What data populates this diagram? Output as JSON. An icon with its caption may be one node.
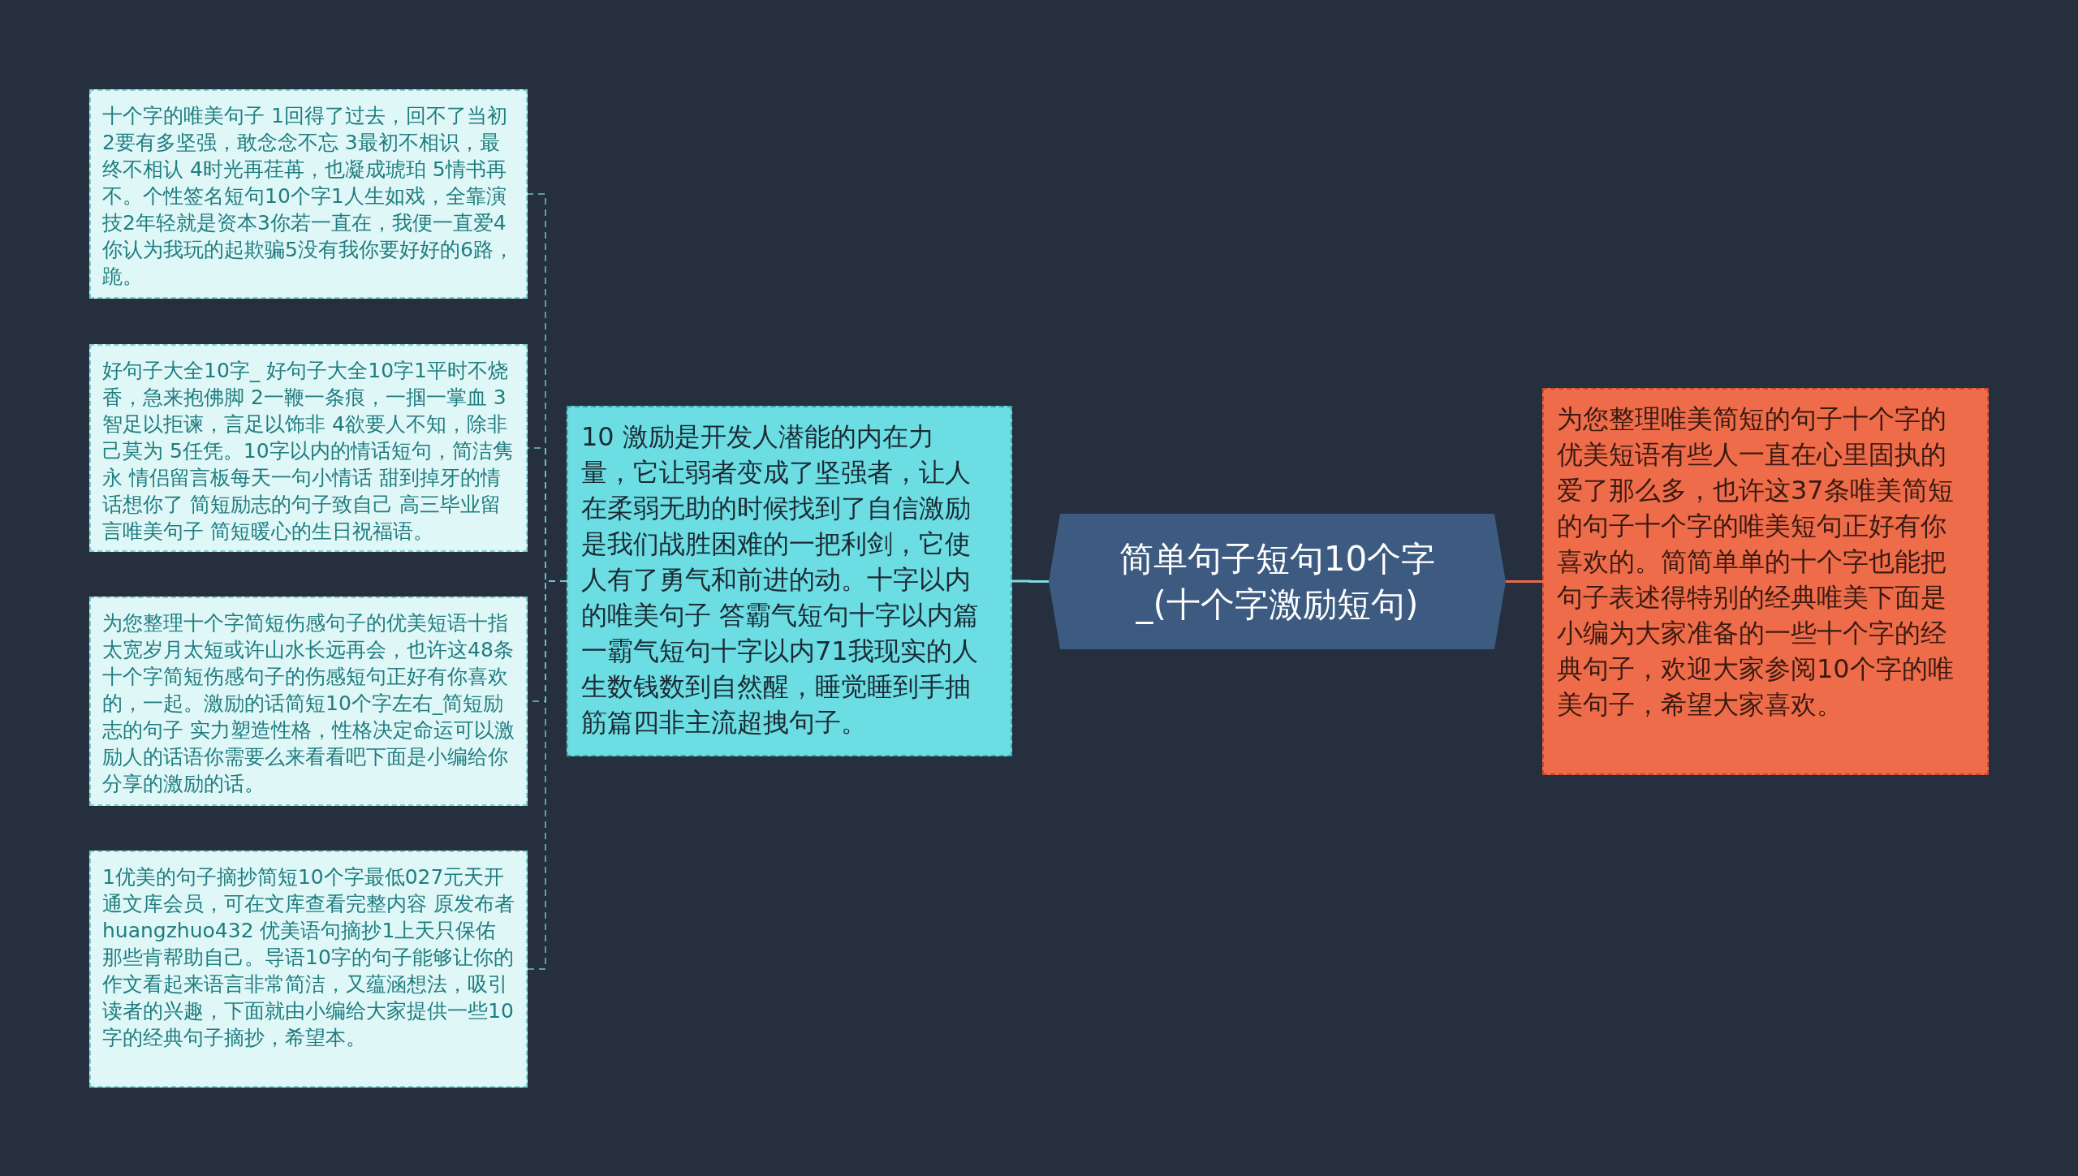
{
  "diagram": {
    "nodes": [
      {
        "text": [
          "简单句子短句10个字_(十个字激励短句)"
        ]
      },
      {
        "text": [
          "10 激励是开发人潜能的内在力量，它让弱者变成了坚强者，让人在柔弱无助的时候找到了自信激励是我们战胜困难的一把利剑，它使人有了勇气和前进的动。十字以内的唯美句子 答霸气短句十字以内篇一霸气短句十字以内71我现实的人生数钱数到自然醒，睡觉睡到手抽筋篇四非主流超拽句子。"
        ]
      },
      {
        "text": [
          "十个字的唯美句子 1回得了过去，回不了当初 2要有多坚强，敢念念不忘 3最初不相识，最终不相认 4时光再荏苒，也凝成琥珀 5情书再不。个性签名短句10个字1人生如戏，全靠演技2年轻就是资本3你若一直在，我便一直爱4你认为我玩的起欺骗5没有我你要好好的6路，跪。"
        ]
      },
      {
        "text": [
          "好句子大全10字_ 好句子大全10字1平时不烧香，急来抱佛脚 2一鞭一条痕，一掴一掌血 3智足以拒谏，言足以饰非 4欲要人不知，除非己莫为 5任凭。10字以内的情话短句，简洁隽永 情侣留言板每天一句小情话 甜到掉牙的情话想你了 简短励志的句子致自己 高三毕业留言唯美句子 简短暖心的生日祝福语。"
        ]
      },
      {
        "text": [
          "为您整理十个字简短伤感句子的优美短语十指太宽岁月太短或许山水长远再会，也许这48条十个字简短伤感句子的伤感短句正好有你喜欢的，一起。激励的话简短10个字左右_简短励志的句子 实力塑造性格，性格决定命运可以激励人的话语你需要么来看看吧下面是小编给你分享的激励的话。"
        ]
      },
      {
        "text": [
          "1优美的句子摘抄简短10个字最低027元天开通文库会员，可在文库查看完整内容 原发布者huangzhuo432 优美语句摘抄1上天只保佑那些肯帮助自己。导语10字的句子能够让你的作文看起来语言非常简洁，又蕴涵想法，吸引读者的兴趣，下面就由小编给大家提供一些10字的经典句子摘抄，希望本。"
        ]
      },
      {
        "text": [
          "为您整理唯美简短的句子十个字的优美短语有些人一直在心里固执的爱了那么多，也许这37条唯美简短的句子十个字的唯美短句正好有你喜欢的。简简单单的十个字也能把句子表述得特别的经典唯美下面是小编为大家准备的一些十个字的经典句子，欢迎大家参阅10个字的唯美句子，希望大家喜欢。"
        ]
      }
    ],
    "edges": [
      {
        "from": 0,
        "to": 1,
        "arrow": "none"
      },
      {
        "from": 1,
        "to": 2,
        "arrow": "none",
        "style": "dashed"
      },
      {
        "from": 1,
        "to": 3,
        "arrow": "none",
        "style": "dashed"
      },
      {
        "from": 1,
        "to": 4,
        "arrow": "none",
        "style": "dashed"
      },
      {
        "from": 1,
        "to": 5,
        "arrow": "none",
        "style": "dashed"
      },
      {
        "from": 0,
        "to": 6,
        "arrow": "none",
        "color": "#e8684a"
      }
    ]
  }
}
